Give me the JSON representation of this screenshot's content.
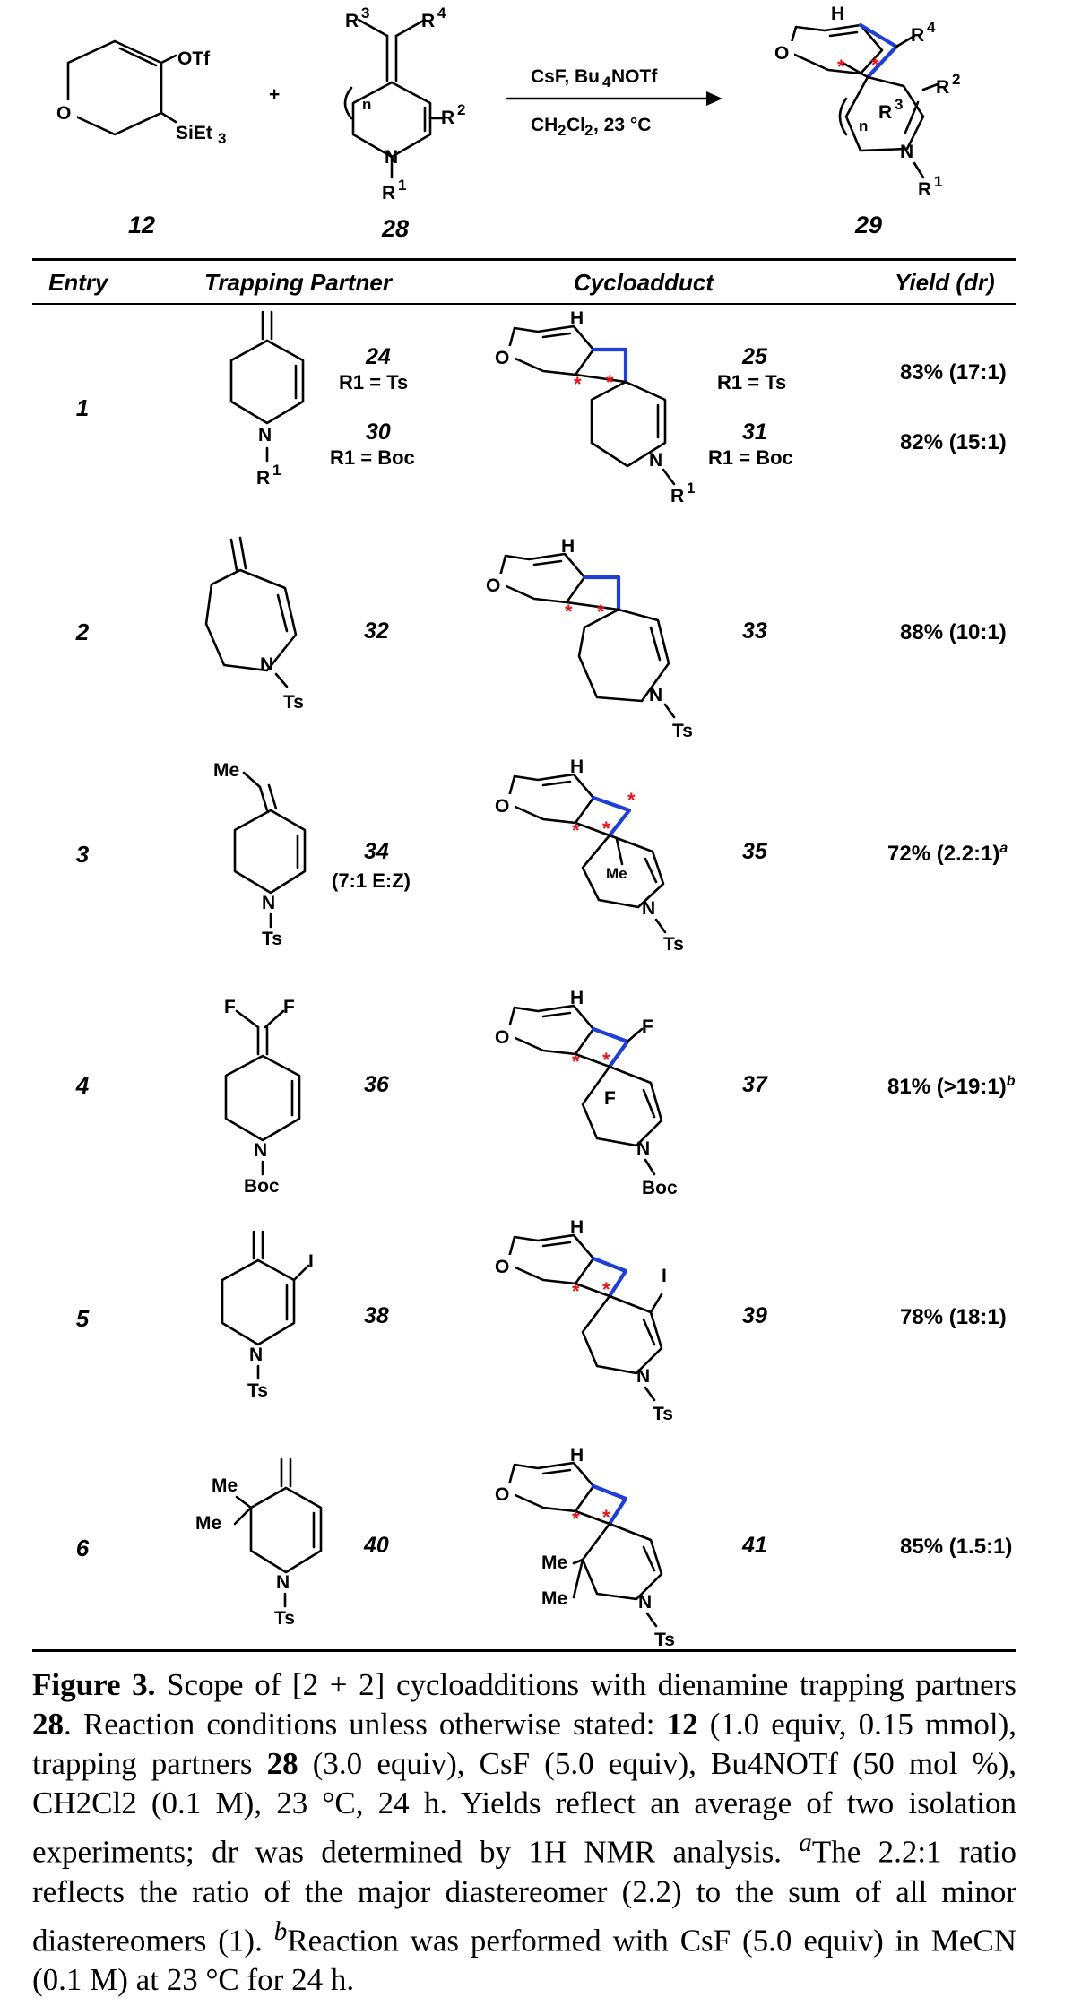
{
  "scheme": {
    "reactant_left_label": "12",
    "reactant_right_label": "28",
    "product_label": "29",
    "plus": "+",
    "reagents_above": "CsF, Bu4NOTf",
    "conditions_below": "CH2Cl2, 23 °C",
    "otf": "OTf",
    "sieT3": "SiEt3"
  },
  "table": {
    "headers": [
      "Entry",
      "Trapping Partner",
      "Cycloadduct",
      "Yield (dr)"
    ],
    "rows": [
      {
        "entry": "1",
        "partner": [
          "24",
          "30"
        ],
        "partner_sub": [
          "R1 = Ts",
          "R1 = Boc"
        ],
        "adduct": [
          "25",
          "31"
        ],
        "adduct_sub": [
          "R1 = Ts",
          "R1 = Boc"
        ],
        "yield": [
          "83% (17:1)",
          "82% (15:1)"
        ]
      },
      {
        "entry": "2",
        "partner": "32",
        "adduct": "33",
        "yield": "88% (10:1)"
      },
      {
        "entry": "3",
        "partner": "34",
        "partner_note": "(7:1 E:Z)",
        "adduct": "35",
        "yield": "72% (2.2:1)",
        "yield_sup": "a"
      },
      {
        "entry": "4",
        "partner": "36",
        "adduct": "37",
        "yield": "81% (>19:1)",
        "yield_sup": "b"
      },
      {
        "entry": "5",
        "partner": "38",
        "adduct": "39",
        "yield": "78% (18:1)"
      },
      {
        "entry": "6",
        "partner": "40",
        "adduct": "41",
        "yield": "85% (1.5:1)"
      }
    ]
  },
  "caption": {
    "title": "Figure 3.",
    "text_1": "Scope of [2 + 2] cycloadditions with dienamine trapping partners",
    "bold_28": "28",
    "text_2": ". Reaction conditions unless otherwise stated:",
    "bold_12": "12",
    "text_3": "(1.0 equiv, 0.15 mmol), trapping partners",
    "bold_28b": "28",
    "text_4": "(3.0 equiv), CsF (5.0 equiv), Bu4NOTf (50 mol %), CH2Cl2 (0.1 M), 23 °C, 24 h. Yields reflect an average of two isolation experiments; dr was determined by 1H NMR analysis.",
    "note_a": "The 2.2:1 ratio reflects the ratio of the major diastereomer (2.2) to the sum of all minor diastereomers (1).",
    "note_b": "Reaction was performed with CsF (5.0 equiv) in MeCN (0.1 M) at 23 °C for 24 h."
  }
}
